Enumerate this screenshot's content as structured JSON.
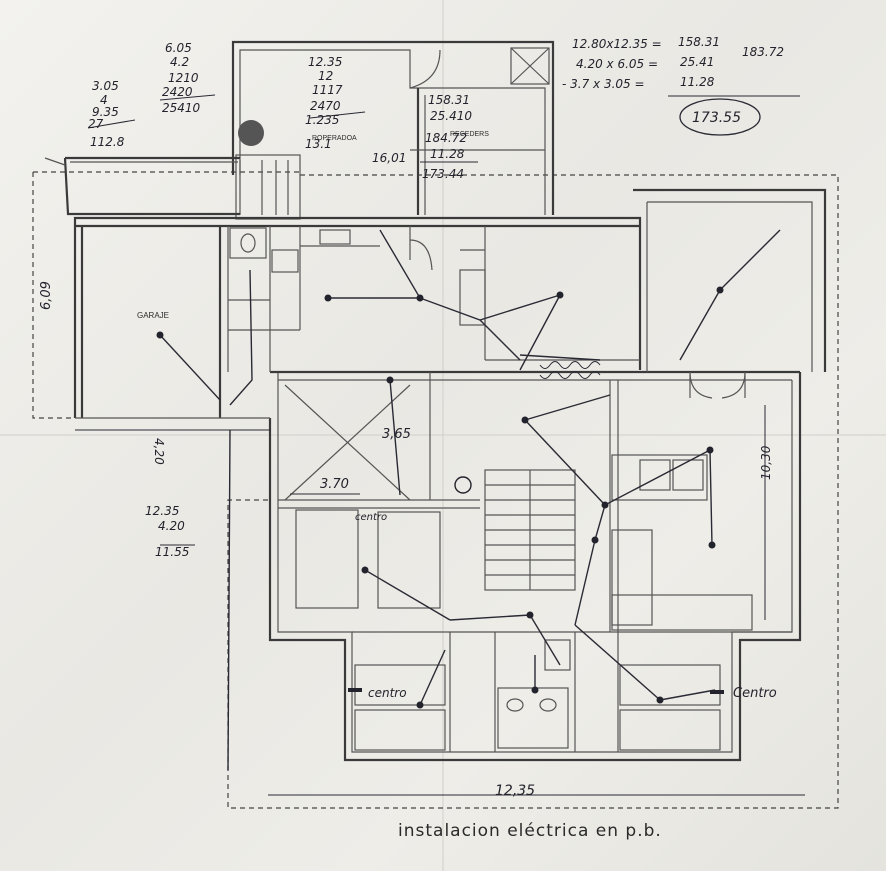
{
  "caption": "instalacion eléctrica en p.b.",
  "room_labels": {
    "garaje": "GARAJE",
    "rop": "ROPERADOA",
    "rec": "RECEDERS"
  },
  "handwriting": {
    "calc_left": [
      "3.05",
      "4",
      "9.35",
      "27",
      "112.8"
    ],
    "calc_mid": [
      "6.05",
      "4.2",
      "1210",
      "2420",
      "25410"
    ],
    "calc_center": [
      "12.35",
      "12",
      "1117",
      "2470",
      "1.235",
      "13.1"
    ],
    "calc_right_top": [
      "12.80x12.35 =",
      "158.31",
      "4.20 x 6.05 =",
      "25.41",
      "- 3.7 x 3.05 =",
      "11.28"
    ],
    "calc_right_brace": "183.72",
    "calc_right_total": "173.55",
    "calc_box": [
      "158.31",
      "25.410",
      "184.72",
      "11.28",
      "173.44"
    ],
    "note_1601": "16,01",
    "dim_609": "6,09",
    "dim_420": "4,20",
    "dim_365": "3,65",
    "dim_370": "3.70",
    "dim_1035": "10,30",
    "dim_1235_bottom": "12,35",
    "calc_side": [
      "12.35",
      "4.20",
      "11.55"
    ],
    "centro_left": "centro",
    "centro_right": "Centro",
    "centro_mid": "centro"
  },
  "colors": {
    "paper": "#ecebe6",
    "ink": "#2a2a35",
    "wall": "#3a3a3a"
  }
}
